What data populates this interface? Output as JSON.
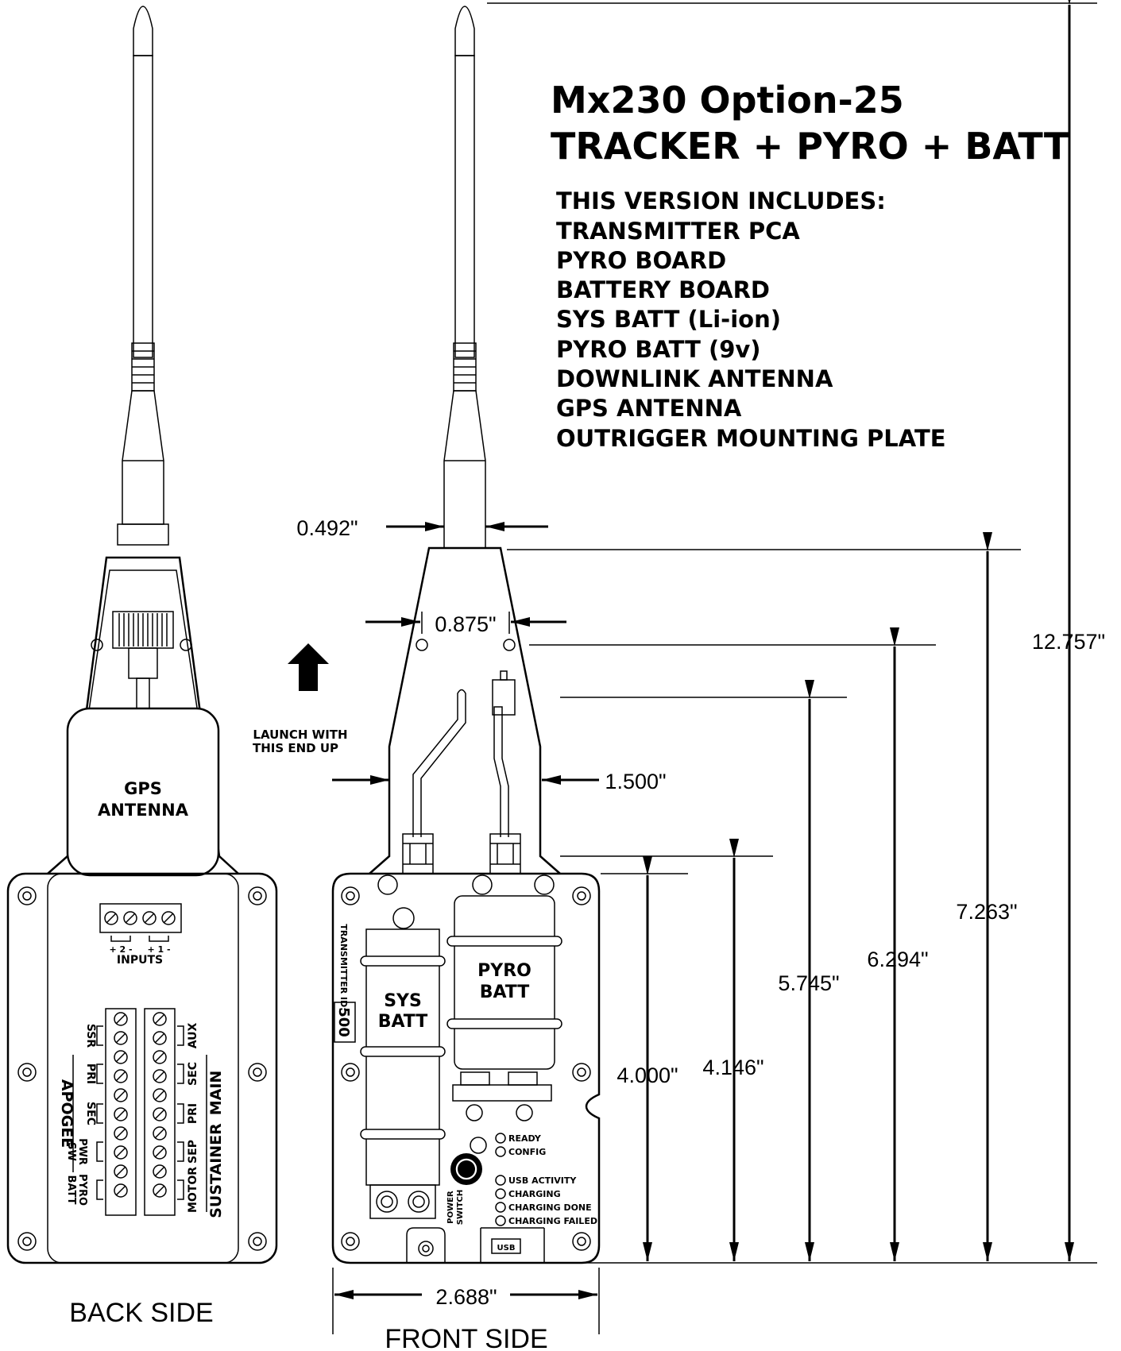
{
  "title": {
    "line1": "Mx230 Option-25",
    "line2": "TRACKER + PYRO + BATT"
  },
  "includes": {
    "heading": "THIS VERSION INCLUDES:",
    "items": [
      "TRANSMITTER PCA",
      "PYRO BOARD",
      "BATTERY BOARD",
      "SYS BATT (Li-ion)",
      "PYRO BATT (9v)",
      "DOWNLINK ANTENNA",
      "GPS ANTENNA",
      "OUTRIGGER MOUNTING PLATE"
    ]
  },
  "back_side": {
    "caption": "BACK SIDE",
    "gps_antenna": [
      "GPS",
      "ANTENNA"
    ],
    "inputs": {
      "label": "INPUTS",
      "pair1": "+ 2 -",
      "pair2": "+ 1 -"
    },
    "left_terminals": [
      "SSR",
      "PRI",
      "SEC",
      "PWR\nSW",
      "PYRO\nBATT"
    ],
    "left_group": "APOGEE",
    "right_terminals": [
      "AUX",
      "SEC",
      "PRI",
      "SEP",
      "MOTOR"
    ],
    "right_groups": [
      "MAIN",
      "SUSTAINER"
    ]
  },
  "front_side": {
    "caption": "FRONT SIDE",
    "transmitter_id_label": "TRANSMITTER ID:",
    "transmitter_id": "500",
    "sys_batt": [
      "SYS",
      "BATT"
    ],
    "pyro_batt": [
      "PYRO",
      "BATT"
    ],
    "power_switch": [
      "POWER",
      "SWITCH"
    ],
    "usb": "USB",
    "leds_top": [
      "READY",
      "CONFIG"
    ],
    "leds_bottom": [
      "USB ACTIVITY",
      "CHARGING",
      "CHARGING DONE",
      "CHARGING FAILED"
    ]
  },
  "launch_note": [
    "LAUNCH WITH",
    "THIS END UP"
  ],
  "dimensions": {
    "antenna_width": "0.492\"",
    "hole_spacing": "0.875\"",
    "neck_width": "1.500\"",
    "overall_height": "12.757\"",
    "to_neck": "7.263\"",
    "to_holes": "6.294\"",
    "to_connector": "5.745\"",
    "body_height": "4.146\"",
    "case_height": "4.000\"",
    "body_width": "2.688\""
  },
  "colors": {
    "ink": "#000000",
    "paper": "#ffffff"
  }
}
